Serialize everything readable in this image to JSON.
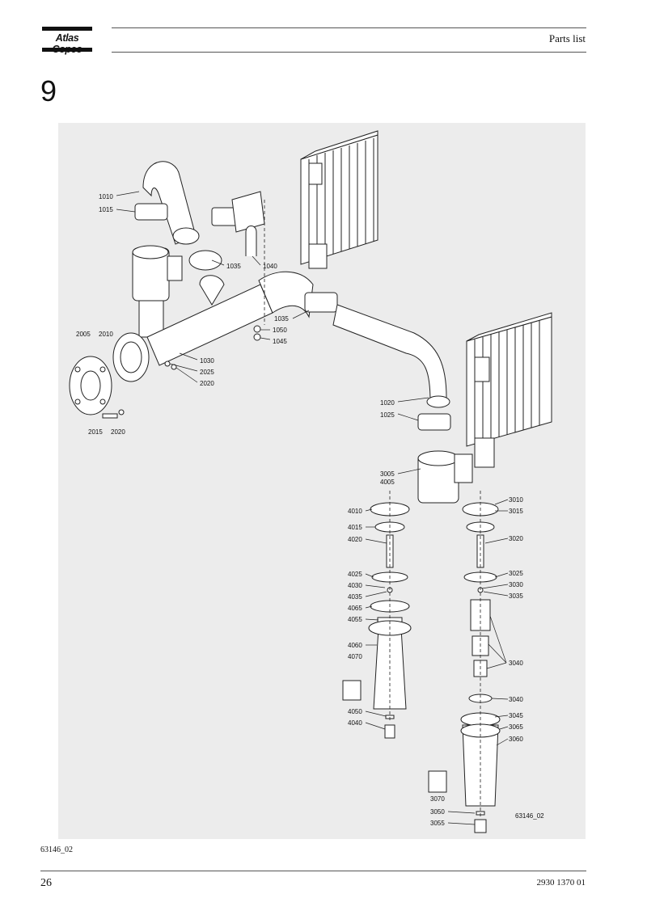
{
  "header": {
    "brand": "Atlas Copco",
    "title": "Parts list"
  },
  "section": {
    "number": "9"
  },
  "figure": {
    "id_label": "63146_02",
    "callouts": {
      "c1010": "1010",
      "c1015": "1015",
      "c1035a": "1035",
      "c1040": "1040",
      "c1035b": "1035",
      "c1050": "1050",
      "c1045": "1045",
      "c2005": "2005",
      "c2010": "2010",
      "c1030": "1030",
      "c2025": "2025",
      "c2020a": "2020",
      "c2015": "2015",
      "c2020b": "2020",
      "c1020": "1020",
      "c1025": "1025",
      "c3005": "3005",
      "c4005": "4005",
      "c4010": "4010",
      "c4015": "4015",
      "c4020": "4020",
      "c4025": "4025",
      "c4030": "4030",
      "c4035": "4035",
      "c4065": "4065",
      "c4055": "4055",
      "c4060": "4060",
      "c4070": "4070",
      "c4050": "4050",
      "c4040": "4040",
      "c3010": "3010",
      "c3015": "3015",
      "c3020": "3020",
      "c3025": "3025",
      "c3030": "3030",
      "c3035": "3035",
      "c3040a": "3040",
      "c3040b": "3040",
      "c3045": "3045",
      "c3065": "3065",
      "c3060": "3060",
      "c3070": "3070",
      "c3050": "3050",
      "c3055": "3055"
    }
  },
  "footer": {
    "figure_ref": "63146_02",
    "page_number": "26",
    "document_number": "2930 1370 01"
  }
}
